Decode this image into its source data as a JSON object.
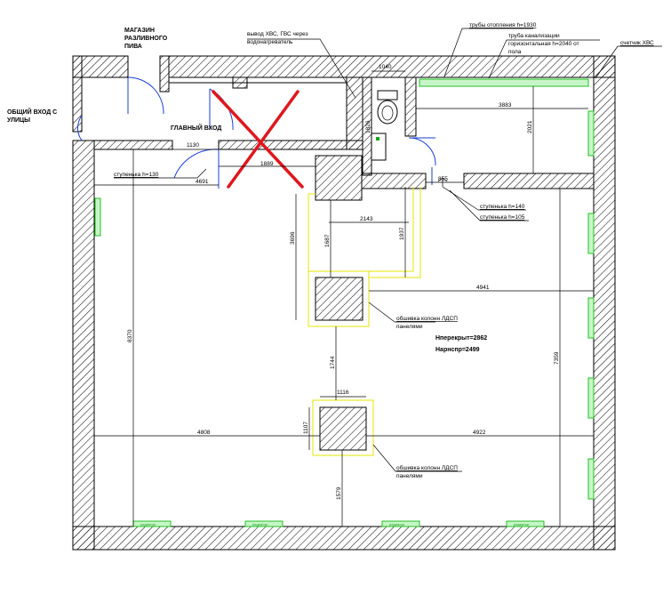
{
  "labels": {
    "shop": [
      "МАГАЗИН",
      "РАЗЛИВНОГО",
      "ПИВА"
    ],
    "street_entrance": [
      "ОБЩИЙ ВХОД С",
      "УЛИЦЫ"
    ],
    "main_entrance": "ГЛАВНЫЙ ВХОД",
    "water_outlet": [
      "вывод ХВС, ГВС через",
      "водонагреватель"
    ],
    "heating_pipes": "трубы отопления h=1930",
    "sewer_pipe": [
      "труба канализации",
      "горизонтальная h=2040 от",
      "пола"
    ],
    "water_meter": "счетчик ХВС",
    "step_130": "ступенька h=130",
    "step_140": "ступенька h=140",
    "step_105": "ступенька h=105",
    "column_cladding_1": [
      "обшивка колонн ЛДСП",
      "панелями"
    ],
    "column_cladding_2": [
      "обшивка колонн ЛДСП",
      "панелями"
    ],
    "h_floor": "Нперекрыт=2862",
    "h_beam": "Нарнспр=2499",
    "radiator": "радиатор"
  },
  "dimensions": {
    "d1040": "1040",
    "d3883": "3883",
    "d2021": "2021",
    "d1826": "1826",
    "d1130": "1130",
    "d1889": "1889",
    "d4691": "4691",
    "d855": "855",
    "d2143": "2143",
    "d3696": "3696",
    "d1687": "1687",
    "d1937": "1937",
    "d4941": "4941",
    "d8370": "8370",
    "d7359": "7359",
    "d1744": "1744",
    "d1116": "1116",
    "d1107": "1107",
    "d4808": "4808",
    "d4922": "4922",
    "d1579": "1579"
  },
  "colors": {
    "wall": "#000000",
    "door": "#1a3fd6",
    "cross": "#e0161d",
    "radiator": "#21c221",
    "cladding": "#e6e600"
  }
}
